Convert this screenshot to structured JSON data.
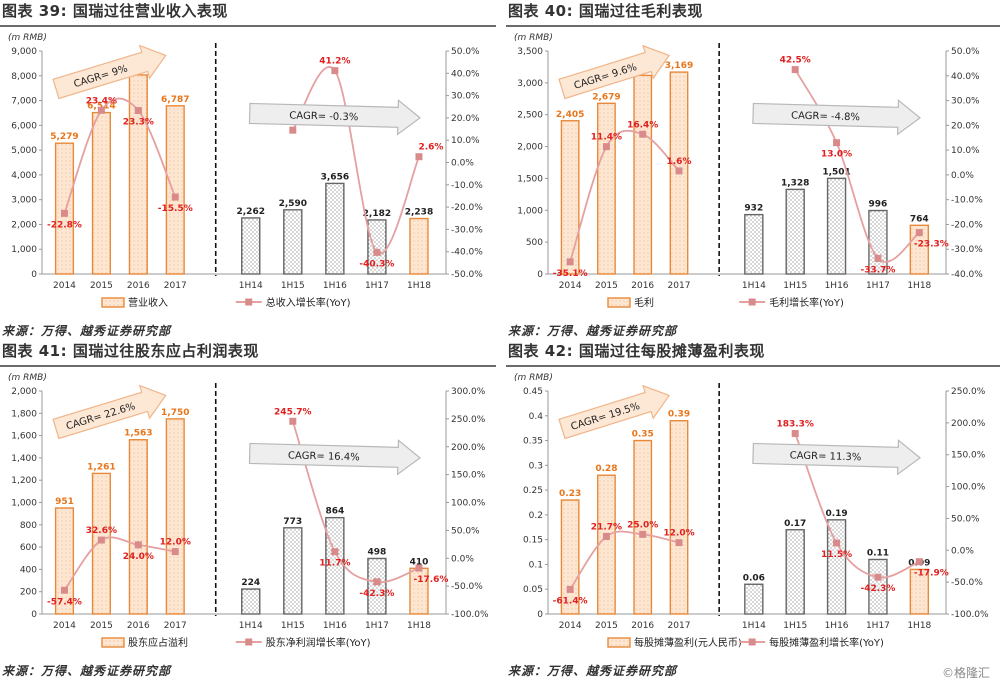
{
  "watermark": "©格隆汇",
  "colors": {
    "bar_stroke": "#e8893a",
    "bar_fill_light": "#fde6d2",
    "growth_line": "#e5a0a0",
    "growth_marker": "#d98b8b",
    "growth_label": "#e02020",
    "value_label": "#e8761c",
    "hatch_stroke": "#666666"
  },
  "panels": [
    {
      "title": "图表 39:  国瑞过往营业收入表现",
      "source": "来源：万得、越秀证券研究部",
      "chart_data": {
        "type": "bar",
        "unit": "(m RMB)",
        "left_axis": {
          "min": 0,
          "max": 9000,
          "step": 1000,
          "format": "comma"
        },
        "right_axis": {
          "min": -50,
          "max": 50,
          "step": 10
        },
        "annual": {
          "categories": [
            "2014",
            "2015",
            "2016",
            "2017"
          ],
          "values": [
            5279,
            6514,
            8035,
            6787
          ],
          "labels": [
            "5,279",
            "6,514",
            "8,035",
            "6,787"
          ],
          "growth": [
            -22.8,
            23.4,
            23.3,
            -15.5
          ]
        },
        "half": {
          "categories": [
            "1H14",
            "1H15",
            "1H16",
            "1H17",
            "1H18"
          ],
          "values": [
            2262,
            2590,
            3656,
            2182,
            2238
          ],
          "labels": [
            "2,262",
            "2,590",
            "3,656",
            "2,182",
            "2,238"
          ],
          "growth": [
            null,
            14.5,
            41.2,
            -40.3,
            2.6
          ]
        },
        "cagr_annual": "CAGR= 9%",
        "cagr_half": "CAGR= -0.3%",
        "legend": [
          "营业收入",
          "总收入增长率(YoY)"
        ]
      }
    },
    {
      "title": "图表 40:  国瑞过往毛利表现",
      "source": "来源：万得、越秀证券研究部",
      "chart_data": {
        "type": "bar",
        "unit": "(m RMB)",
        "left_axis": {
          "min": 0,
          "max": 3500,
          "step": 500,
          "format": "comma"
        },
        "right_axis": {
          "min": -40,
          "max": 50,
          "step": 10
        },
        "annual": {
          "categories": [
            "2014",
            "2015",
            "2016",
            "2017"
          ],
          "values": [
            2405,
            2679,
            3118,
            3169
          ],
          "labels": [
            "2,405",
            "2,679",
            "3,118",
            "3,169"
          ],
          "growth": [
            -35.1,
            11.4,
            16.4,
            1.6
          ]
        },
        "half": {
          "categories": [
            "1H14",
            "1H15",
            "1H16",
            "1H17",
            "1H18"
          ],
          "values": [
            932,
            1328,
            1501,
            996,
            764
          ],
          "labels": [
            "932",
            "1,328",
            "1,501",
            "996",
            "764"
          ],
          "growth": [
            null,
            42.5,
            13.0,
            -33.7,
            -23.3
          ]
        },
        "cagr_annual": "CAGR= 9.6%",
        "cagr_half": "CAGR= -4.8%",
        "legend": [
          "毛利",
          "毛利增长率(YoY)"
        ]
      }
    },
    {
      "title": "图表 41:  国瑞过往股东应占利润表现",
      "source": "来源：万得、越秀证券研究部",
      "chart_data": {
        "type": "bar",
        "unit": "(m RMB)",
        "left_axis": {
          "min": 0,
          "max": 2000,
          "step": 200,
          "format": "comma"
        },
        "right_axis": {
          "min": -100,
          "max": 300,
          "step": 50
        },
        "annual": {
          "categories": [
            "2014",
            "2015",
            "2016",
            "2017"
          ],
          "values": [
            951,
            1261,
            1563,
            1750
          ],
          "labels": [
            "951",
            "1,261",
            "1,563",
            "1,750"
          ],
          "growth": [
            -57.4,
            32.6,
            24.0,
            12.0
          ]
        },
        "half": {
          "categories": [
            "1H14",
            "1H15",
            "1H16",
            "1H17",
            "1H18"
          ],
          "values": [
            224,
            773,
            864,
            498,
            410
          ],
          "labels": [
            "224",
            "773",
            "864",
            "498",
            "410"
          ],
          "growth": [
            null,
            245.7,
            11.7,
            -42.3,
            -17.6
          ]
        },
        "cagr_annual": "CAGR= 22.6%",
        "cagr_half": "CAGR= 16.4%",
        "legend": [
          "股东应占溢利",
          "股东净利润增长率(YoY)"
        ]
      }
    },
    {
      "title": "图表 42:  国瑞过往每股摊薄盈利表现",
      "source": "来源：万得、越秀证券研究部",
      "chart_data": {
        "type": "bar",
        "unit": "(m RMB)",
        "left_axis": {
          "min": 0,
          "max": 0.45,
          "step": 0.05,
          "format": "dec"
        },
        "right_axis": {
          "min": -100,
          "max": 250,
          "step": 50
        },
        "annual": {
          "categories": [
            "2014",
            "2015",
            "2016",
            "2017"
          ],
          "values": [
            0.23,
            0.28,
            0.35,
            0.39
          ],
          "labels": [
            "0.23",
            "0.28",
            "0.35",
            "0.39"
          ],
          "growth": [
            -61.4,
            21.7,
            25.0,
            12.0
          ]
        },
        "half": {
          "categories": [
            "1H14",
            "1H15",
            "1H16",
            "1H17",
            "1H18"
          ],
          "values": [
            0.06,
            0.17,
            0.19,
            0.11,
            0.09
          ],
          "labels": [
            "0.06",
            "0.17",
            "0.19",
            "0.11",
            "0.09"
          ],
          "growth": [
            null,
            183.3,
            11.5,
            -42.3,
            -17.9
          ]
        },
        "cagr_annual": "CAGR= 19.5%",
        "cagr_half": "CAGR= 11.3%",
        "legend": [
          "每股摊薄盈利(元人民币)",
          "每股摊薄盈利增长率(YoY)"
        ]
      }
    }
  ]
}
